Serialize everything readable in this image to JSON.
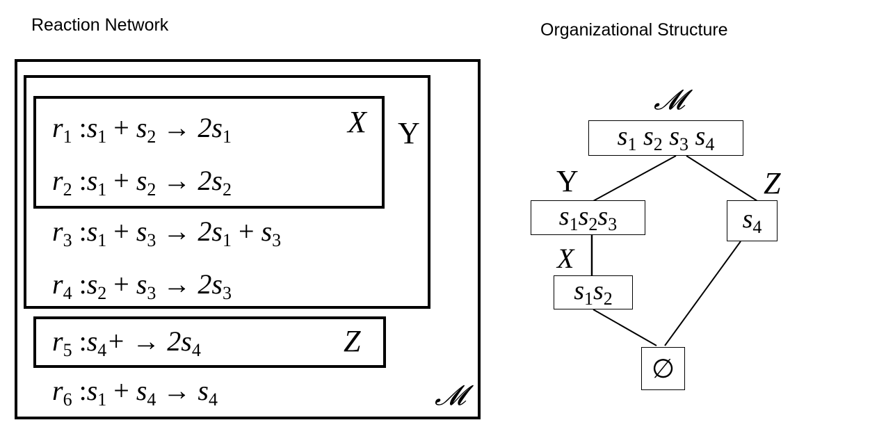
{
  "headings": {
    "left": "Reaction Network",
    "right": "Organizational Structure"
  },
  "box_labels": {
    "x": "X",
    "y": "Y",
    "z": "Z",
    "m": "𝓜"
  },
  "reactions": [
    {
      "r": "r",
      "ri": "1",
      "lhs": "s1 + s2",
      "rhs": "2s1"
    },
    {
      "r": "r",
      "ri": "2",
      "lhs": "s1 + s2",
      "rhs": "2s2"
    },
    {
      "r": "r",
      "ri": "3",
      "lhs": "s1 + s3",
      "rhs": "2s1 + s3"
    },
    {
      "r": "r",
      "ri": "4",
      "lhs": "s2 + s3",
      "rhs": "2s3"
    },
    {
      "r": "r",
      "ri": "5",
      "lhs": "s4+",
      "rhs": "2s4"
    },
    {
      "r": "r",
      "ri": "6",
      "lhs": "s1 + s4",
      "rhs": "s4"
    }
  ],
  "nodes": {
    "m": {
      "label": "𝓜",
      "content": "s1 s2 s3 s4"
    },
    "y": {
      "label": "Y",
      "content": "s1s2s3"
    },
    "z": {
      "label": "Z",
      "content": "s4"
    },
    "x": {
      "label": "X",
      "content": "s1s2"
    },
    "empty": {
      "content": "∅"
    }
  }
}
